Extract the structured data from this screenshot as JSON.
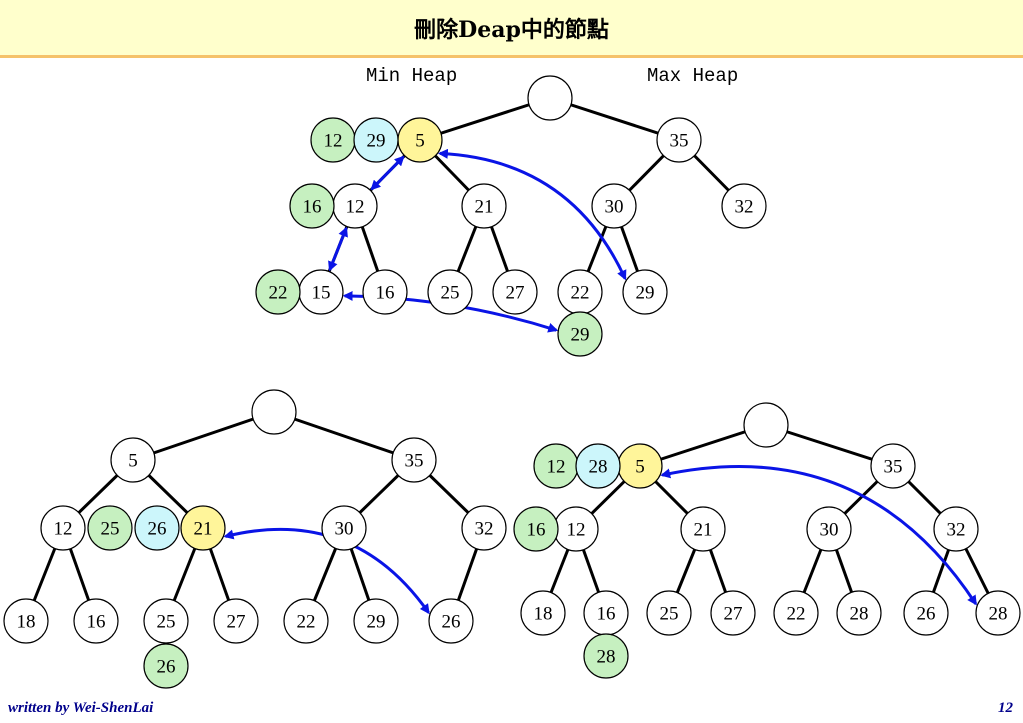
{
  "title": "刪除Deap中的節點",
  "labels": {
    "min_heap": "Min Heap",
    "max_heap": "Max Heap"
  },
  "footer": {
    "author": "written by Wei-ShenLai",
    "page": "12"
  },
  "colors": {
    "green": "#c6f0c0",
    "cyan": "#ccf6fb",
    "yellow": "#fff59a",
    "white": "#ffffff",
    "arrow": "#0a14e6"
  },
  "diagrams": [
    {
      "id": "top",
      "edges": [
        [
          "root",
          "m"
        ],
        [
          "root",
          "M"
        ],
        [
          "m",
          "a"
        ],
        [
          "m",
          "b"
        ],
        [
          "M",
          "c"
        ],
        [
          "M",
          "d"
        ],
        [
          "a",
          "a1"
        ],
        [
          "a",
          "a2"
        ],
        [
          "b",
          "b1"
        ],
        [
          "b",
          "b2"
        ],
        [
          "c",
          "c1"
        ],
        [
          "c",
          "c2"
        ]
      ],
      "nodes": [
        {
          "id": "root",
          "label": "",
          "color": "white"
        },
        {
          "id": "m",
          "label": "5",
          "color": "yellow"
        },
        {
          "id": "M",
          "label": "35",
          "color": "white"
        },
        {
          "id": "a",
          "label": "12",
          "color": "white"
        },
        {
          "id": "b",
          "label": "21",
          "color": "white"
        },
        {
          "id": "c",
          "label": "30",
          "color": "white"
        },
        {
          "id": "d",
          "label": "32",
          "color": "white"
        },
        {
          "id": "a1",
          "label": "15",
          "color": "white"
        },
        {
          "id": "a2",
          "label": "16",
          "color": "white"
        },
        {
          "id": "b1",
          "label": "25",
          "color": "white"
        },
        {
          "id": "b2",
          "label": "27",
          "color": "white"
        },
        {
          "id": "c1",
          "label": "22",
          "color": "white"
        },
        {
          "id": "c2",
          "label": "29",
          "color": "white"
        },
        {
          "id": "x1",
          "label": "12",
          "color": "green"
        },
        {
          "id": "x2",
          "label": "29",
          "color": "cyan"
        },
        {
          "id": "x3",
          "label": "16",
          "color": "green"
        },
        {
          "id": "x4",
          "label": "22",
          "color": "green"
        },
        {
          "id": "x5",
          "label": "29",
          "color": "green"
        }
      ],
      "arrows": [
        {
          "from": "a",
          "to": "m"
        },
        {
          "from": "a",
          "to": "a1"
        },
        {
          "from": "m",
          "to": "c2"
        },
        {
          "from": "a1",
          "to": "x5"
        }
      ]
    },
    {
      "id": "bottom-left",
      "edges": [
        [
          "root",
          "m"
        ],
        [
          "root",
          "M"
        ],
        [
          "m",
          "a"
        ],
        [
          "m",
          "b"
        ],
        [
          "M",
          "c"
        ],
        [
          "M",
          "d"
        ],
        [
          "a",
          "a1"
        ],
        [
          "a",
          "a2"
        ],
        [
          "b",
          "b1"
        ],
        [
          "b",
          "b2"
        ],
        [
          "c",
          "c1"
        ],
        [
          "c",
          "c2"
        ],
        [
          "d",
          "d1"
        ]
      ],
      "nodes": [
        {
          "id": "root",
          "label": "",
          "color": "white"
        },
        {
          "id": "m",
          "label": "5",
          "color": "white"
        },
        {
          "id": "M",
          "label": "35",
          "color": "white"
        },
        {
          "id": "a",
          "label": "12",
          "color": "white"
        },
        {
          "id": "b",
          "label": "21",
          "color": "yellow"
        },
        {
          "id": "c",
          "label": "30",
          "color": "white"
        },
        {
          "id": "d",
          "label": "32",
          "color": "white"
        },
        {
          "id": "a1",
          "label": "18",
          "color": "white"
        },
        {
          "id": "a2",
          "label": "16",
          "color": "white"
        },
        {
          "id": "b1",
          "label": "25",
          "color": "white"
        },
        {
          "id": "b2",
          "label": "27",
          "color": "white"
        },
        {
          "id": "c1",
          "label": "22",
          "color": "white"
        },
        {
          "id": "c2",
          "label": "29",
          "color": "white"
        },
        {
          "id": "d1",
          "label": "26",
          "color": "white"
        },
        {
          "id": "x1",
          "label": "25",
          "color": "green"
        },
        {
          "id": "x2",
          "label": "26",
          "color": "cyan"
        },
        {
          "id": "x3",
          "label": "26",
          "color": "green"
        }
      ],
      "arrows": [
        {
          "from": "b",
          "to": "d1"
        }
      ]
    },
    {
      "id": "bottom-right",
      "edges": [
        [
          "root",
          "m"
        ],
        [
          "root",
          "M"
        ],
        [
          "m",
          "a"
        ],
        [
          "m",
          "b"
        ],
        [
          "M",
          "c"
        ],
        [
          "M",
          "d"
        ],
        [
          "a",
          "a1"
        ],
        [
          "a",
          "a2"
        ],
        [
          "b",
          "b1"
        ],
        [
          "b",
          "b2"
        ],
        [
          "c",
          "c1"
        ],
        [
          "c",
          "c2"
        ],
        [
          "d",
          "d1"
        ],
        [
          "d",
          "d2"
        ]
      ],
      "nodes": [
        {
          "id": "root",
          "label": "",
          "color": "white"
        },
        {
          "id": "m",
          "label": "5",
          "color": "yellow"
        },
        {
          "id": "M",
          "label": "35",
          "color": "white"
        },
        {
          "id": "a",
          "label": "12",
          "color": "white"
        },
        {
          "id": "b",
          "label": "21",
          "color": "white"
        },
        {
          "id": "c",
          "label": "30",
          "color": "white"
        },
        {
          "id": "d",
          "label": "32",
          "color": "white"
        },
        {
          "id": "a1",
          "label": "18",
          "color": "white"
        },
        {
          "id": "a2",
          "label": "16",
          "color": "white"
        },
        {
          "id": "b1",
          "label": "25",
          "color": "white"
        },
        {
          "id": "b2",
          "label": "27",
          "color": "white"
        },
        {
          "id": "c1",
          "label": "22",
          "color": "white"
        },
        {
          "id": "c2",
          "label": "28",
          "color": "white"
        },
        {
          "id": "d1",
          "label": "26",
          "color": "white"
        },
        {
          "id": "d2",
          "label": "28",
          "color": "white"
        },
        {
          "id": "x1",
          "label": "12",
          "color": "green"
        },
        {
          "id": "x2",
          "label": "28",
          "color": "cyan"
        },
        {
          "id": "x3",
          "label": "16",
          "color": "green"
        },
        {
          "id": "x4",
          "label": "28",
          "color": "green"
        }
      ],
      "arrows": [
        {
          "from": "m",
          "to": "d2"
        }
      ]
    }
  ]
}
